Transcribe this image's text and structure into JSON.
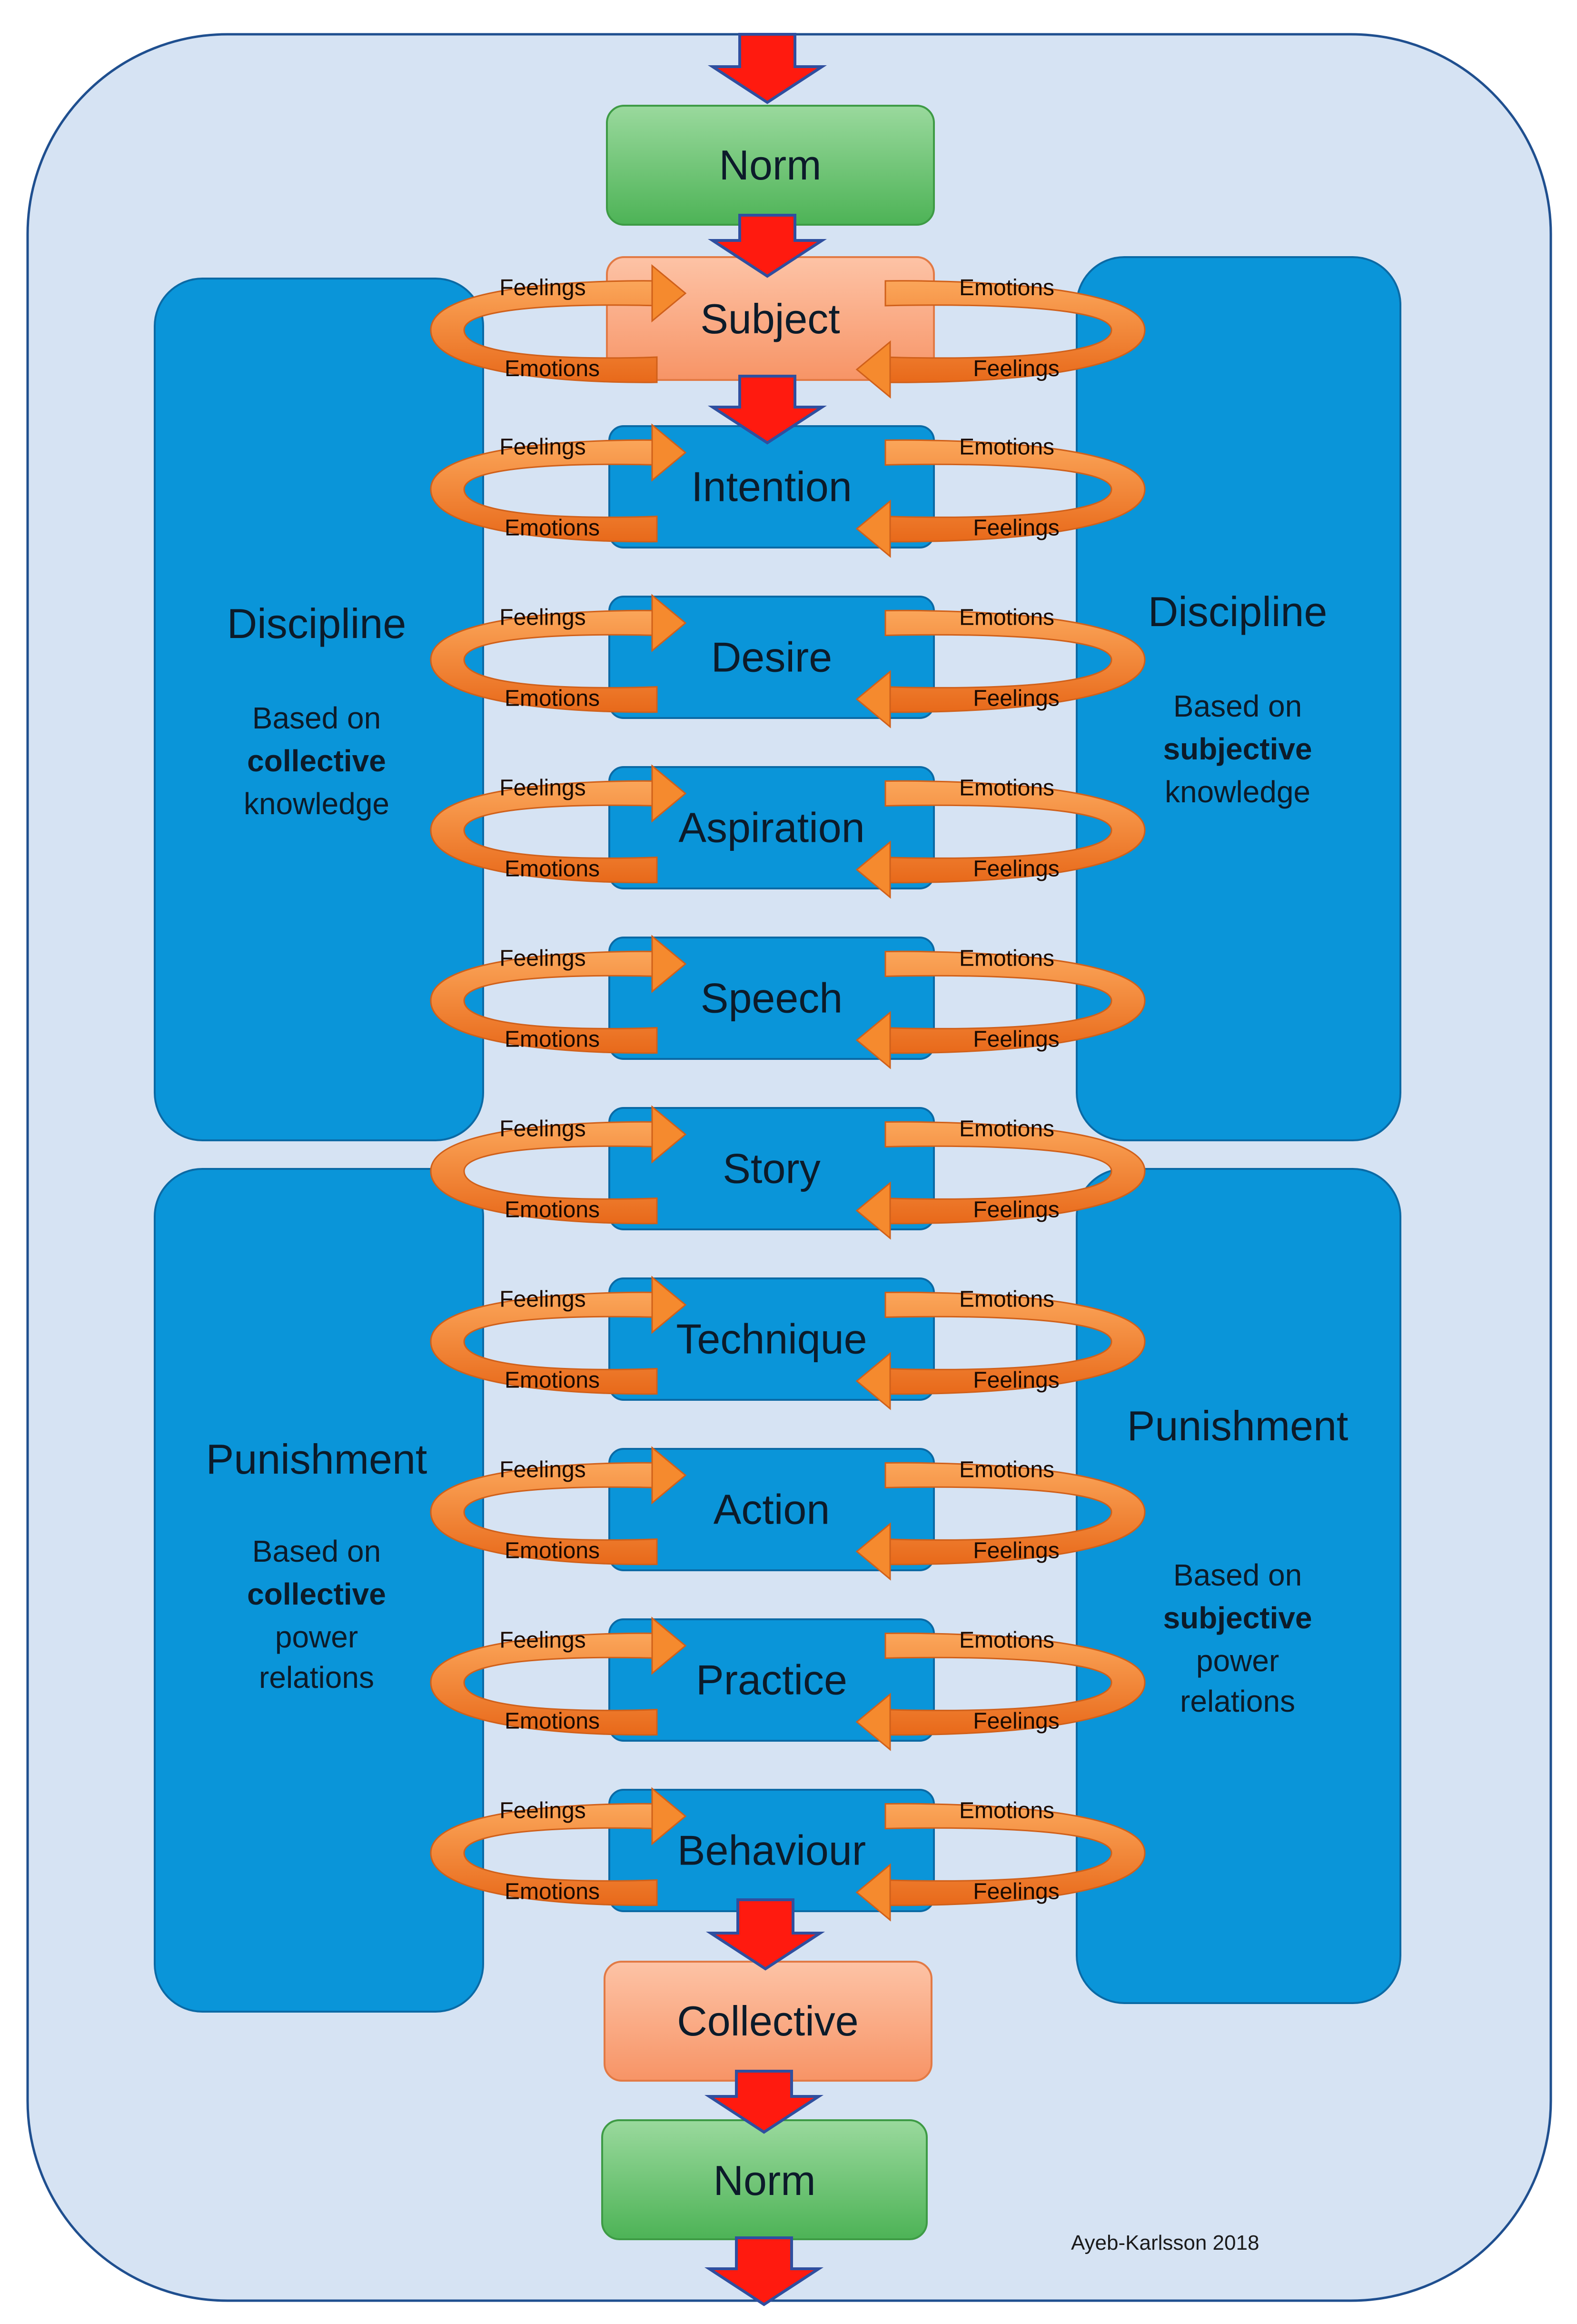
{
  "top_node": "Norm",
  "subject_node": "Subject",
  "stages": [
    "Intention",
    "Desire",
    "Aspiration",
    "Speech",
    "Story",
    "Technique",
    "Action",
    "Practice",
    "Behaviour"
  ],
  "collective_node": "Collective",
  "bottom_node": "Norm",
  "ring_labels": {
    "feelings": "Feelings",
    "emotions": "Emotions"
  },
  "left_top_panel": {
    "title": "Discipline",
    "lines": [
      "Based on",
      "collective",
      "knowledge"
    ]
  },
  "right_top_panel": {
    "title": "Discipline",
    "lines": [
      "Based on",
      "subjective",
      "knowledge"
    ]
  },
  "left_bottom_panel": {
    "title": "Punishment",
    "lines": [
      "Based on",
      "collective",
      "power",
      "relations"
    ]
  },
  "right_bottom_panel": {
    "title": "Punishment",
    "lines": [
      "Based on",
      "subjective",
      "power",
      "relations"
    ]
  },
  "credit": "Ayeb-Karlsson 2018",
  "colors": {
    "background_panel": "#d6e3f3",
    "blue_box": "#0a95d9",
    "green_box": "#62c26a",
    "salmon_box": "#f9a178",
    "ring_orange": "#f07c22",
    "arrow_red": "#ff1a0f",
    "arrow_outline": "#2f4f9f"
  }
}
